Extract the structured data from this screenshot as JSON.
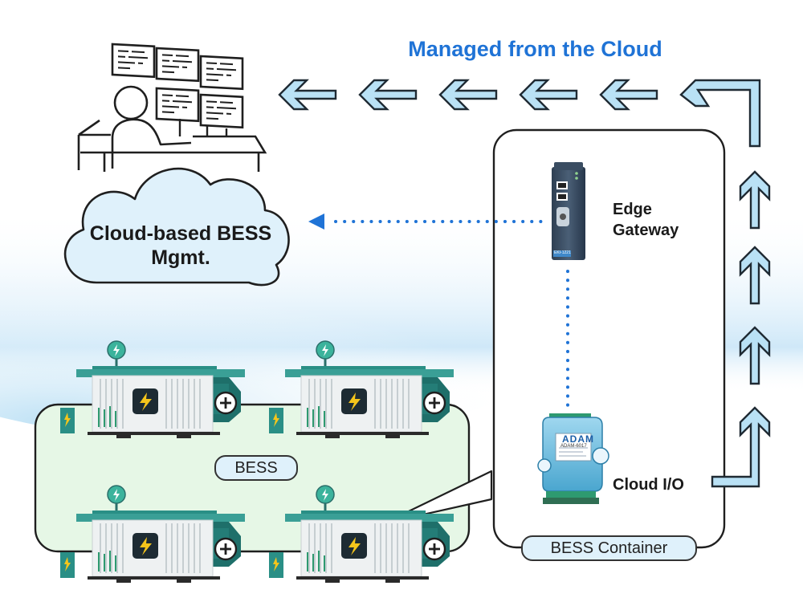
{
  "title": "Managed from the Cloud",
  "cloud_label": "Cloud-based BESS Mgmt.",
  "edge_gateway_label": "Edge Gateway",
  "cloud_io_label": "Cloud I/O",
  "bess_label": "BESS",
  "container_label": "BESS Container",
  "device_text": {
    "gateway_badge": "EKI-1221",
    "io_brand": "ADAM",
    "io_model": "ADAM-6017"
  },
  "icons": [
    "operator-at-monitors-icon",
    "cloud-icon",
    "edge-gateway-device",
    "cloud-io-module",
    "battery-container-icon",
    "plus-terminal-icon",
    "lightning-icon",
    "arrow-left-icon",
    "arrow-up-icon"
  ],
  "colors": {
    "accent": "#1f73d6",
    "arrow_fill": "#b9e1f5",
    "cloud_fill": "#dff1fb",
    "bess_area": "#e6f7e6",
    "teal": "#2a9d8f"
  }
}
